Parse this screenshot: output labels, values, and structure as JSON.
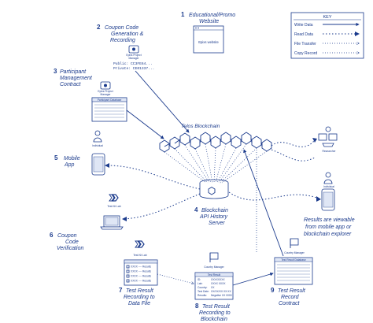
{
  "steps": [
    {
      "num": "1",
      "label": [
        "Educational/Promo",
        "Website"
      ]
    },
    {
      "num": "2",
      "label": [
        "Coupon Code",
        "Generation &",
        "Recording"
      ]
    },
    {
      "num": "3",
      "label": [
        "Participant",
        "Management",
        "Contract"
      ]
    },
    {
      "num": "4",
      "label": [
        "Blockchain",
        "API History",
        "Server"
      ]
    },
    {
      "num": "5",
      "label": [
        "Mobile",
        "App"
      ]
    },
    {
      "num": "6",
      "label": [
        "Coupon",
        "Code",
        "Verification"
      ]
    },
    {
      "num": "7",
      "label": [
        "Test Result",
        "Recording to",
        "Data File"
      ]
    },
    {
      "num": "8",
      "label": [
        "Test Result",
        "Recording to",
        "Blockchain"
      ]
    },
    {
      "num": "9",
      "label": [
        "Test Result",
        "Record",
        "Contract"
      ]
    }
  ],
  "key": {
    "title": "KEY",
    "items": [
      "Write Data",
      "Read Data",
      "File Transfer",
      "Copy Record"
    ]
  },
  "website_label": "Epixs website",
  "blockchain_label": "Telos Blockchain",
  "project_manager_1": {
    "title": [
      "Epixs Project",
      "Manager"
    ],
    "public": "Public:  CC3FE64...",
    "private": "Private: CE01337..."
  },
  "project_manager_2": {
    "title": [
      "Epixs Project",
      "Manager"
    ]
  },
  "participant_table_header": "Participant Database",
  "individual_label": "Individual",
  "individual_label_2": "Individual",
  "researcher_label": "Researcher",
  "test_kit_lab_label": "Test Kit Lab",
  "test_kit_lab_label_2": "Test Kit Lab",
  "country_manager_label": "Country Manager",
  "country_manager_label_2": "Country Manager",
  "results_text": [
    "Results are viewable",
    "from mobile app or",
    "blockchain explorer"
  ],
  "data_file_rows": [
    "XXXX ---- Results",
    "XXXX ---- Results",
    "XXXX ---- Results",
    "XXXX ---- Results"
  ],
  "result_record": {
    "header": "Test Result",
    "rows": [
      [
        "ID:",
        "XXXXXXXX"
      ],
      [
        "Lab:",
        "XXXX XXXX"
      ],
      [
        "Country:",
        "XX"
      ],
      [
        "Test Date:",
        "XX/XX/XX XX:XX"
      ],
      [
        "Results:",
        "Negative XX 0000"
      ]
    ]
  },
  "contract_header": "Test Result Database",
  "colors": {
    "primary": "#1a3a8c"
  }
}
